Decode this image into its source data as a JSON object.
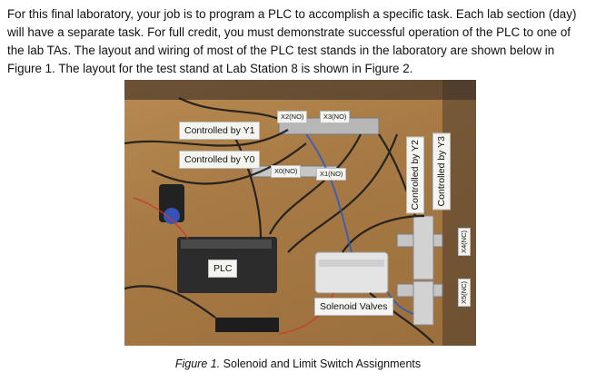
{
  "document": {
    "paragraph": "For this final laboratory, your job is to program a PLC to accomplish a specific task. Each lab section (day) will have a separate task. For full credit, you must demonstrate successful operation of the PLC to one of the lab TAs. The layout and wiring of most of the PLC test stands in the laboratory are shown below in Figure 1. The layout for the test stand at Lab Station 8 is shown in Figure 2.",
    "caption_prefix": "Figure 1.",
    "caption_text": " Solenoid and Limit Switch Assignments"
  },
  "photo_labels": {
    "x2": "X2(NO)",
    "x3": "X3(NO)",
    "y1": "Controlled by Y1",
    "y0": "Controlled by Y0",
    "x0": "X0(NO)",
    "x1": "X1(NO)",
    "y2": "Controlled by Y2",
    "y3": "Controlled by Y3",
    "x4": "X4(NC)",
    "x5": "X5(NC)",
    "plc": "PLC",
    "valves": "Solenoid Valves"
  }
}
